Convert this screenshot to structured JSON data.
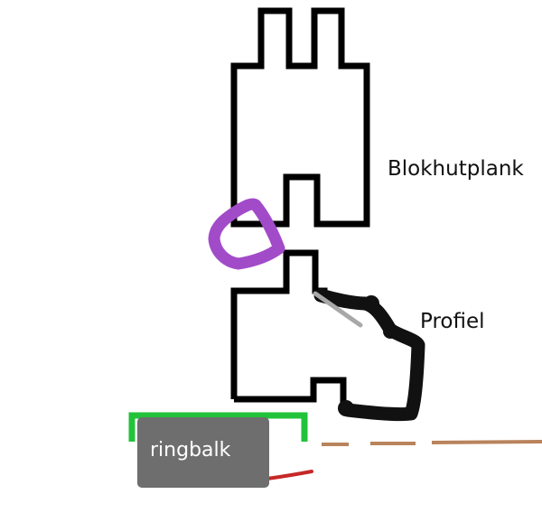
{
  "labels": {
    "blokhutplank": "Blokhutplank",
    "profiel": "Profiel",
    "ringbalk": "ringbalk"
  },
  "colors": {
    "outline": "#000000",
    "highlight": "#a24bc9",
    "ringbalk_green": "#22c33a",
    "ringbalk_box": "#6e6e6e",
    "ringbalk_text": "#ffffff",
    "brown_line": "#b9835c",
    "red_stroke": "#c62828",
    "pointer_grey": "#a8a8a8"
  }
}
